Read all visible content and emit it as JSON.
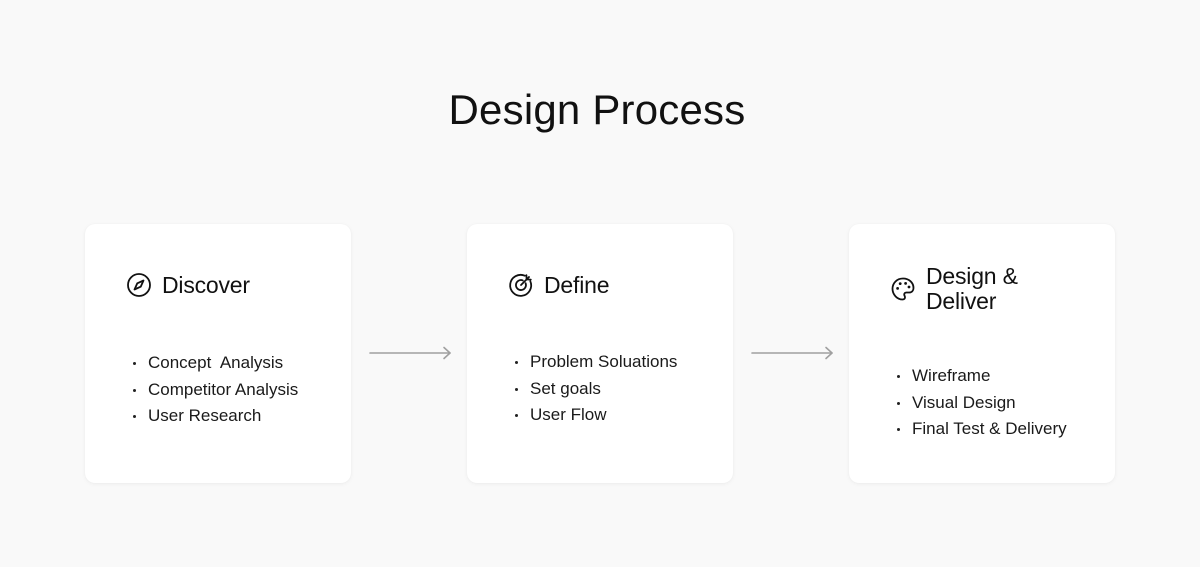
{
  "title": "Design Process",
  "steps": [
    {
      "icon": "compass-icon",
      "title": "Discover",
      "items": [
        "Concept  Analysis",
        "Competitor Analysis",
        "User Research"
      ]
    },
    {
      "icon": "target-icon",
      "title": "Define",
      "items": [
        "Problem Soluations",
        "Set goals",
        "User Flow"
      ]
    },
    {
      "icon": "palette-icon",
      "title_line1": "Design &",
      "title_line2": "Deliver",
      "items": [
        "Wireframe",
        "Visual Design",
        "Final Test & Delivery"
      ]
    }
  ],
  "colors": {
    "background": "#f9f9f9",
    "card": "#ffffff",
    "text": "#111111",
    "arrow": "#a0a0a0"
  }
}
